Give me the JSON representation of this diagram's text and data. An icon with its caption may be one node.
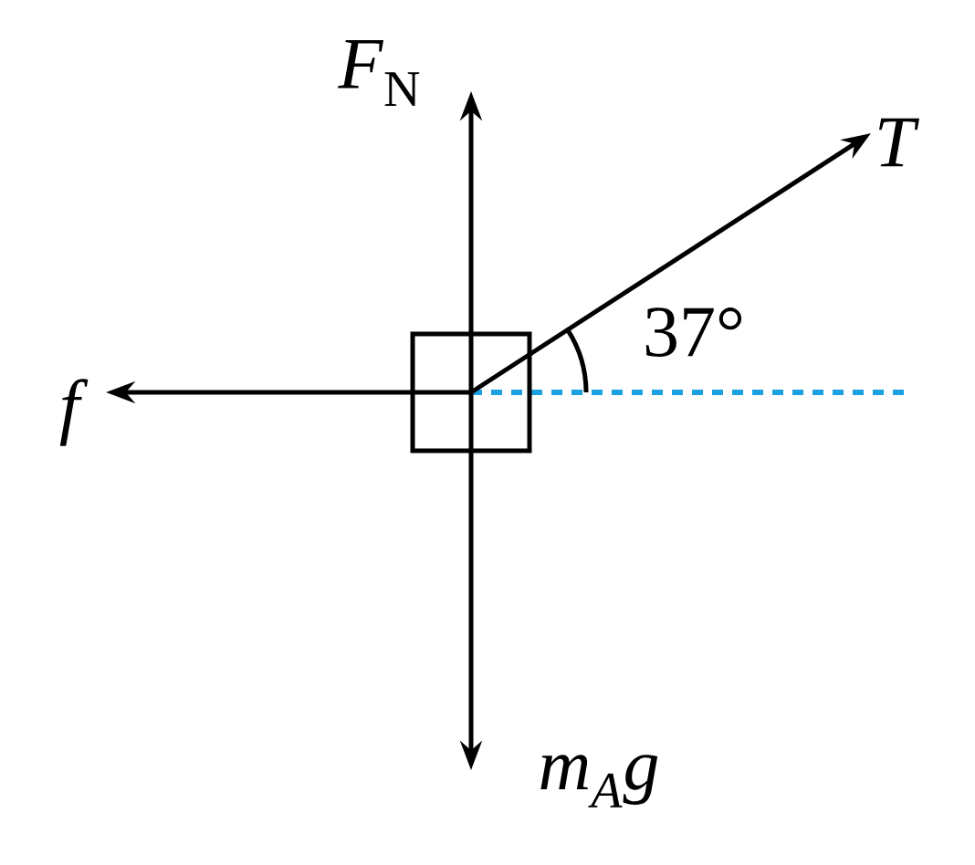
{
  "diagram": {
    "nodes": [
      {
        "text": [],
        "shape": "box"
      }
    ],
    "labels": [
      "*F*$_{N}$",
      "T",
      "37°",
      "f",
      "m$_{A}$g"
    ]
  }
}
